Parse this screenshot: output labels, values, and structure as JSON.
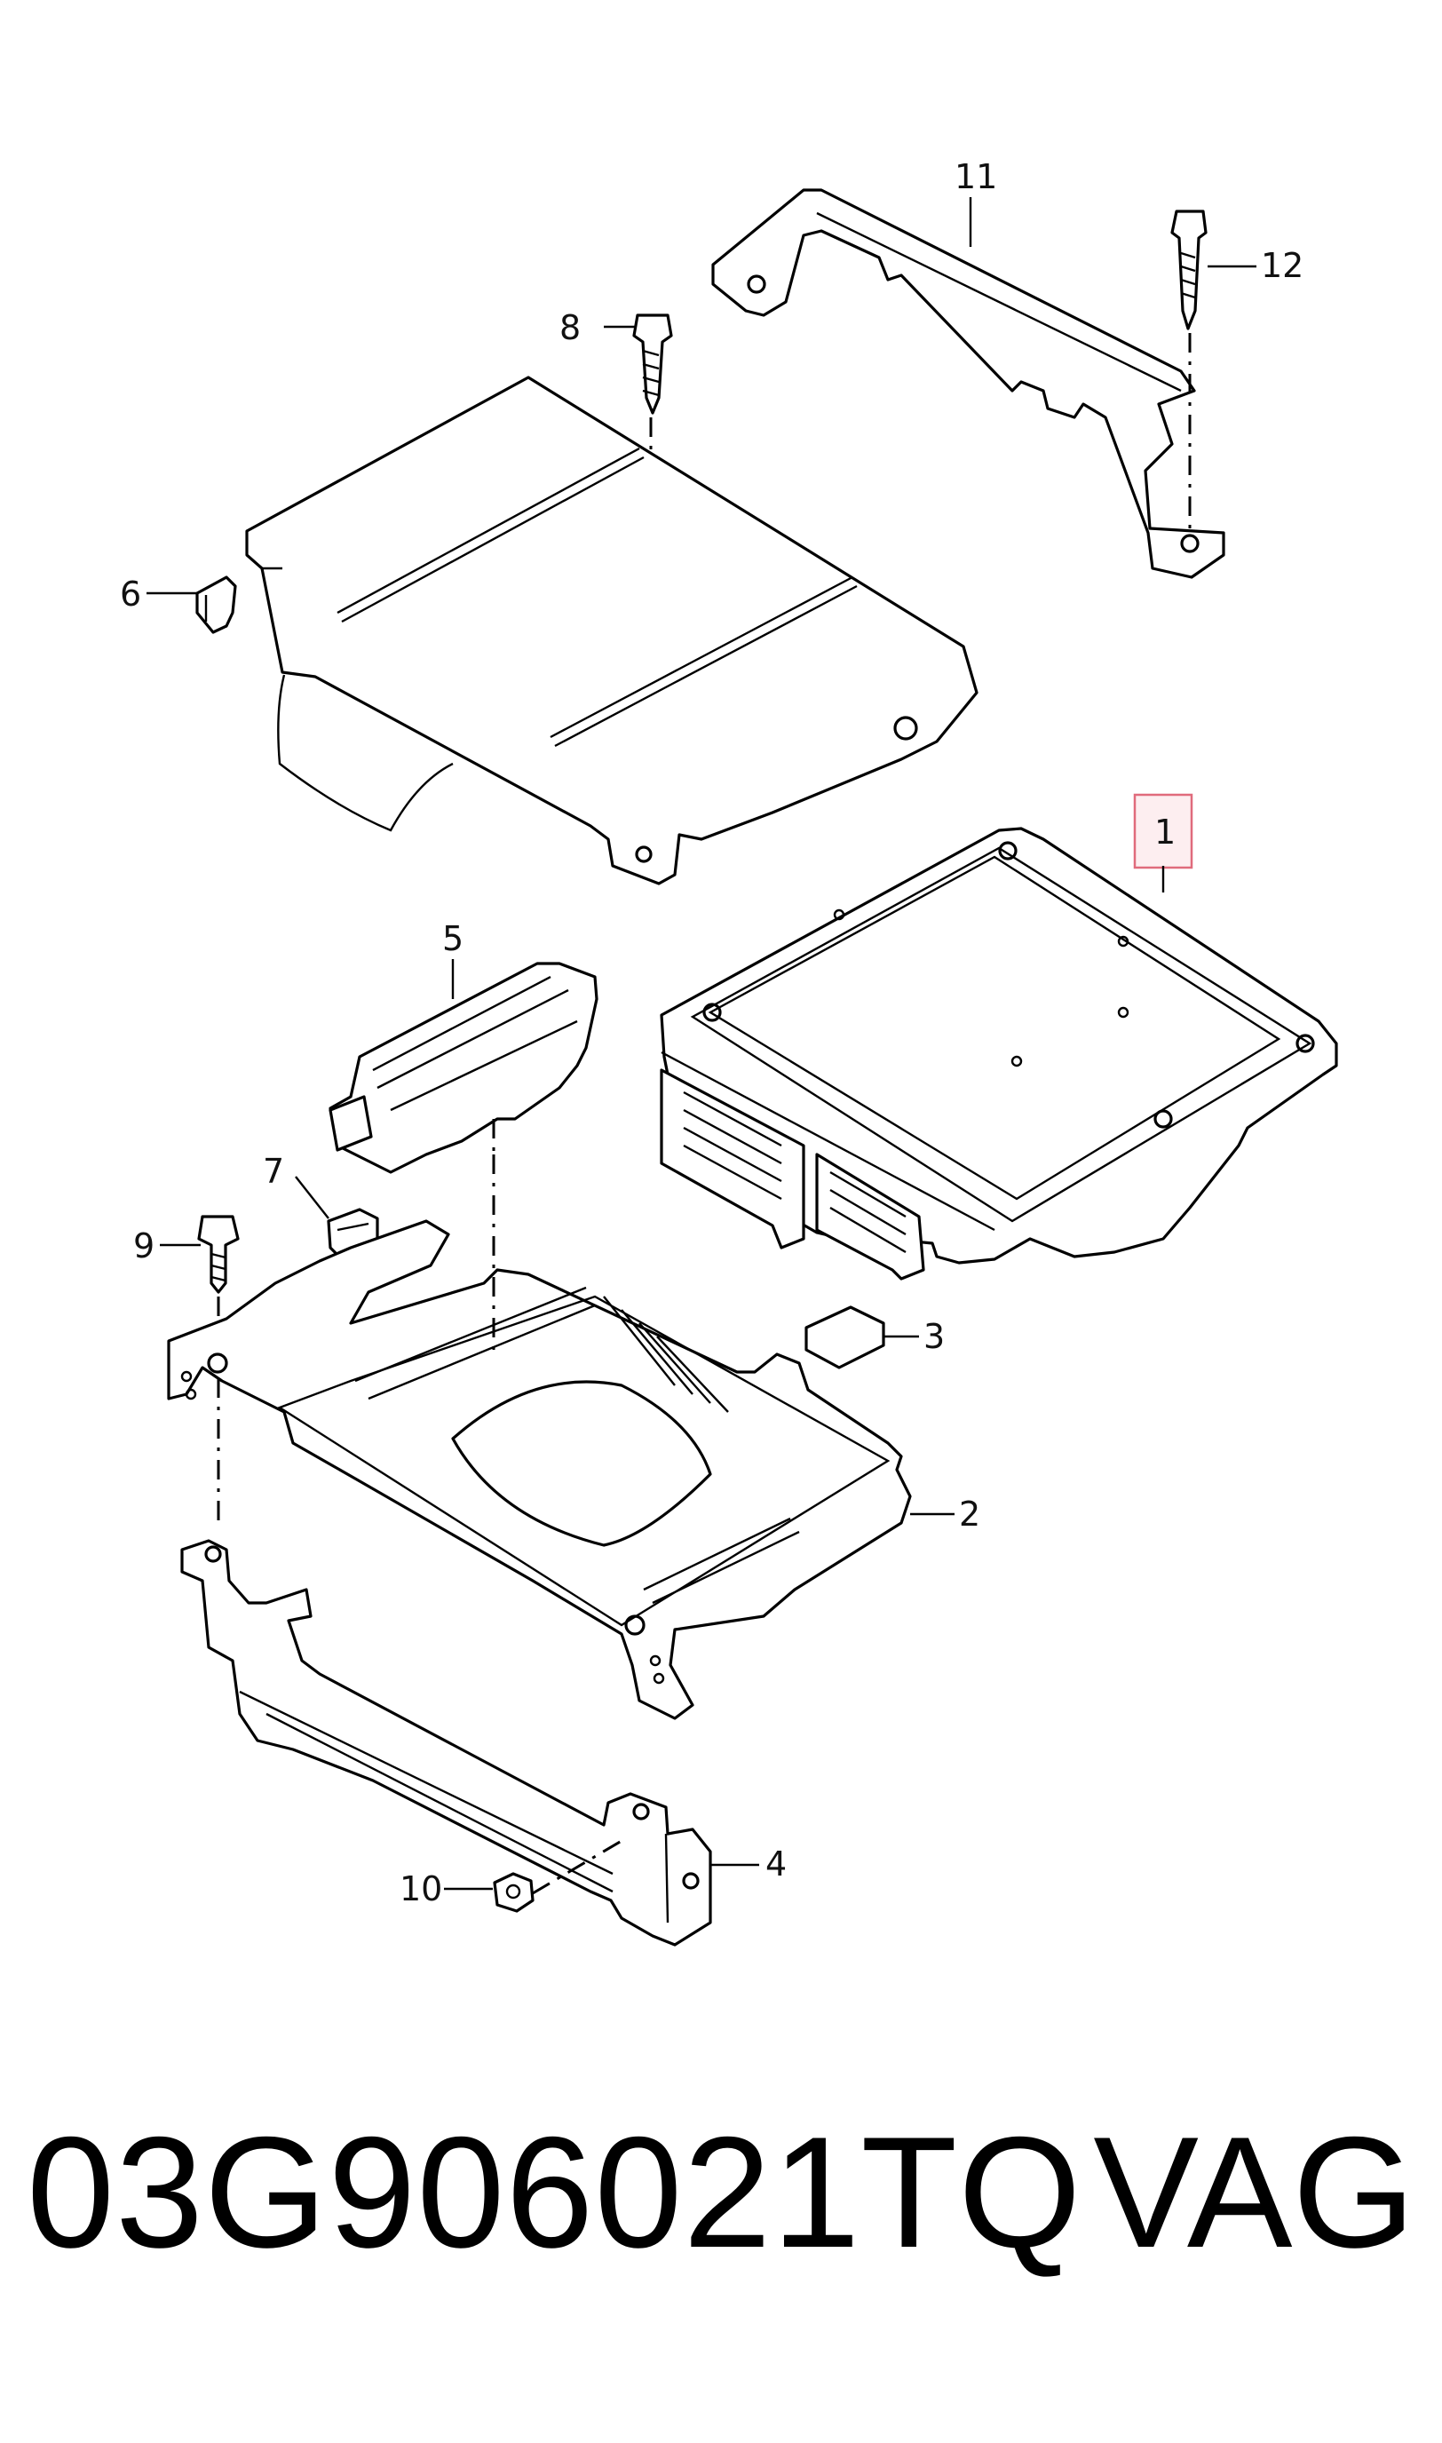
{
  "callouts": {
    "c1": "1",
    "c2": "2",
    "c3": "3",
    "c4": "4",
    "c5": "5",
    "c6": "6",
    "c7": "7",
    "c8": "8",
    "c9": "9",
    "c10": "10",
    "c11": "11",
    "c12": "12"
  },
  "footer": {
    "part_number": "03G906021TQ",
    "brand": "VAG"
  },
  "colors": {
    "highlight_fill": "#fdeef0",
    "highlight_stroke": "#e06b7c"
  }
}
